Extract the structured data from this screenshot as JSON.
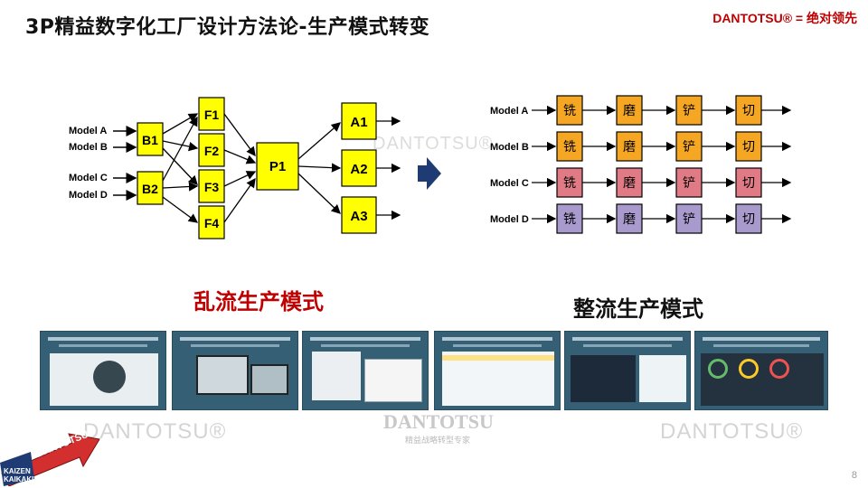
{
  "header": {
    "title": "3P精益数字化工厂设计方法论-生产模式转变",
    "brand_en": "DANTOTSU® =",
    "brand_cn": "绝对领先"
  },
  "left_diagram": {
    "models": [
      "Model A",
      "Model B",
      "Model C",
      "Model D"
    ],
    "b_nodes": [
      "B1",
      "B2"
    ],
    "f_nodes": [
      "F1",
      "F2",
      "F3",
      "F4"
    ],
    "p_node": "P1",
    "a_nodes": [
      "A1",
      "A2",
      "A3"
    ]
  },
  "right_diagram": {
    "models": [
      "Model A",
      "Model B",
      "Model C",
      "Model D"
    ],
    "steps": [
      "铣",
      "磨",
      "铲",
      "切"
    ],
    "row_colors": [
      "#f5a623",
      "#f5a623",
      "#e07b86",
      "#a99acd"
    ]
  },
  "labels": {
    "chaotic_flow": "乱流生产模式",
    "smooth_flow": "整流生产模式"
  },
  "watermarks": {
    "left": "DANTOTSU®",
    "right": "DANTOTSU®",
    "mid": "DANTOTSU®",
    "center_logo": "DANTOTSU",
    "center_cn": "精益战略转型专家"
  },
  "corner_logo": {
    "top": "DANTOTSU",
    "line1": "KAIZEN",
    "line2": "KAIKAKU"
  },
  "page_number": "8",
  "colors": {
    "node_yellow": "#ffff00",
    "accent_red": "#c00000",
    "thumb_bg": "#355f75"
  }
}
